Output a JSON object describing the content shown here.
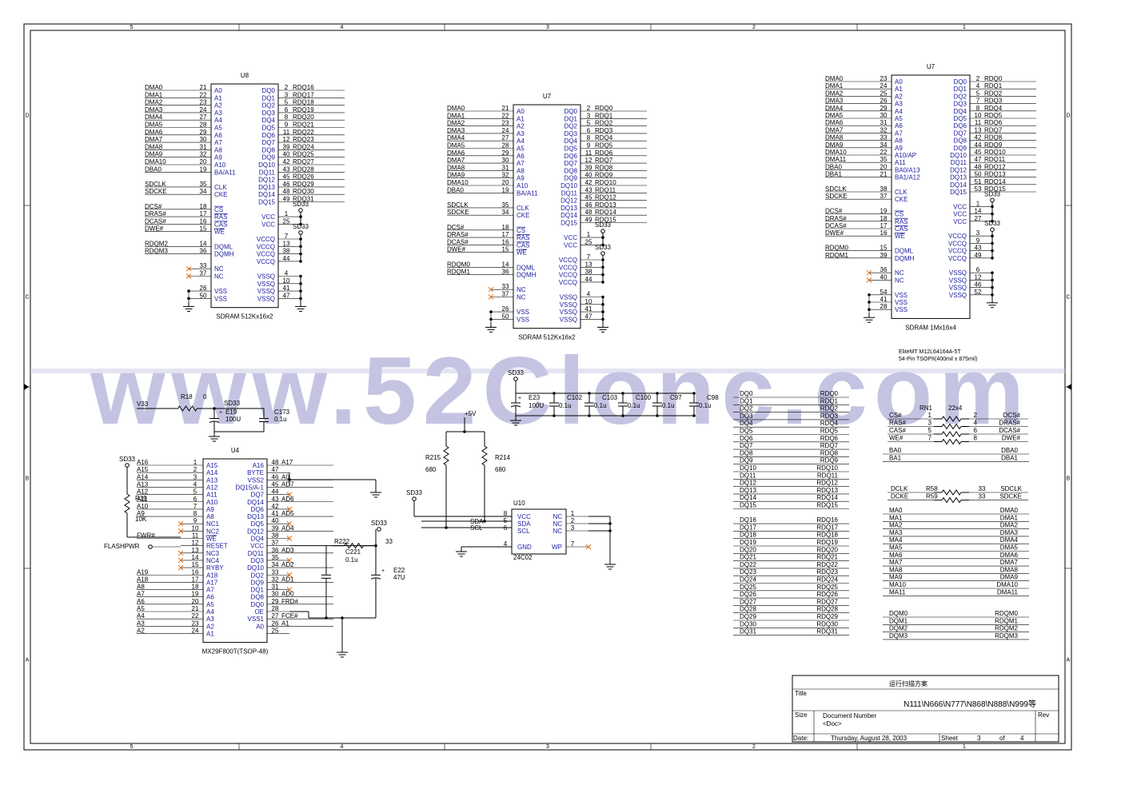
{
  "frame": {
    "cols": [
      "5",
      "4",
      "3",
      "2",
      "1"
    ],
    "rows": [
      "D",
      "C",
      "B",
      "A"
    ]
  },
  "watermark": "www.52Clonc.com",
  "u8": {
    "ref": "U8",
    "caption": "SDRAM 512Kx16x2",
    "left": [
      [
        "DMA0",
        "21",
        "A0"
      ],
      [
        "DMA1",
        "22",
        "A1"
      ],
      [
        "DMA2",
        "23",
        "A2"
      ],
      [
        "DMA3",
        "24",
        "A3"
      ],
      [
        "DMA4",
        "27",
        "A4"
      ],
      [
        "DMA5",
        "28",
        "A5"
      ],
      [
        "DMA6",
        "29",
        "A6"
      ],
      [
        "DMA7",
        "30",
        "A7"
      ],
      [
        "DMA8",
        "31",
        "A8"
      ],
      [
        "DMA9",
        "32",
        "A9"
      ],
      [
        "DMA10",
        "20",
        "A10"
      ],
      [
        "DBA0",
        "19",
        "BA/A11"
      ],
      [
        "",
        "",
        " "
      ],
      [
        "SDCLK",
        "35",
        "CLK"
      ],
      [
        "SDCKE",
        "34",
        "CKE"
      ],
      [
        "",
        "",
        " "
      ],
      [
        "DCS#",
        "18",
        "CS"
      ],
      [
        "DRAS#",
        "17",
        "RAS"
      ],
      [
        "DCAS#",
        "16",
        "CAS"
      ],
      [
        "DWE#",
        "15",
        "WE"
      ],
      [
        "",
        "",
        " "
      ],
      [
        "RDQM2",
        "14",
        "DQML"
      ],
      [
        "RDQM3",
        "36",
        "DQMH"
      ],
      [
        "",
        "",
        " "
      ],
      [
        "x",
        "33",
        "NC"
      ],
      [
        "x",
        "37",
        "NC"
      ],
      [
        "",
        "",
        " "
      ],
      [
        "gnd",
        "26",
        "VSS"
      ],
      [
        "gnd",
        "50",
        "VSS"
      ]
    ],
    "right": [
      [
        "DQ0",
        "2",
        "RDQ16"
      ],
      [
        "DQ1",
        "3",
        "RDQ17"
      ],
      [
        "DQ2",
        "5",
        "RDQ18"
      ],
      [
        "DQ3",
        "6",
        "RDQ19"
      ],
      [
        "DQ4",
        "8",
        "RDQ20"
      ],
      [
        "DQ5",
        "9",
        "RDQ21"
      ],
      [
        "DQ6",
        "11",
        "RDQ22"
      ],
      [
        "DQ7",
        "12",
        "RDQ23"
      ],
      [
        "DQ8",
        "39",
        "RDQ24"
      ],
      [
        "DQ9",
        "40",
        "RDQ25"
      ],
      [
        "DQ10",
        "42",
        "RDQ27"
      ],
      [
        "DQ11",
        "43",
        "RDQ28"
      ],
      [
        "DQ12",
        "45",
        "RDQ26"
      ],
      [
        "DQ13",
        "46",
        "RDQ29"
      ],
      [
        "DQ14",
        "48",
        "RDQ30"
      ],
      [
        "DQ15",
        "49",
        "RDQ31"
      ],
      [
        "",
        "",
        " "
      ],
      [
        "VCC",
        "1",
        ""
      ],
      [
        "VCC",
        "25",
        ""
      ],
      [
        "",
        "",
        " "
      ],
      [
        "VCCQ",
        "7",
        ""
      ],
      [
        "VCCQ",
        "13",
        ""
      ],
      [
        "VCCQ",
        "38",
        ""
      ],
      [
        "VCCQ",
        "44",
        ""
      ],
      [
        "",
        "",
        " "
      ],
      [
        "VSSQ",
        "4",
        ""
      ],
      [
        "VSSQ",
        "10",
        ""
      ],
      [
        "VSSQ",
        "41",
        ""
      ],
      [
        "VSSQ",
        "47",
        ""
      ]
    ]
  },
  "u7a": {
    "ref": "U7",
    "caption": "SDRAM 512Kx16x2",
    "left": [
      [
        "DMA0",
        "21",
        "A0"
      ],
      [
        "DMA1",
        "22",
        "A1"
      ],
      [
        "DMA2",
        "23",
        "A2"
      ],
      [
        "DMA3",
        "24",
        "A3"
      ],
      [
        "DMA4",
        "27",
        "A4"
      ],
      [
        "DMA5",
        "28",
        "A5"
      ],
      [
        "DMA6",
        "29",
        "A6"
      ],
      [
        "DMA7",
        "30",
        "A7"
      ],
      [
        "DMA8",
        "31",
        "A8"
      ],
      [
        "DMA9",
        "32",
        "A9"
      ],
      [
        "DMA10",
        "20",
        "A10"
      ],
      [
        "DBA0",
        "19",
        "BA/A11"
      ],
      [
        "",
        "",
        " "
      ],
      [
        "SDCLK",
        "35",
        "CLK"
      ],
      [
        "SDCKE",
        "34",
        "CKE"
      ],
      [
        "",
        "",
        " "
      ],
      [
        "DCS#",
        "18",
        "CS"
      ],
      [
        "DRAS#",
        "17",
        "RAS"
      ],
      [
        "DCAS#",
        "16",
        "CAS"
      ],
      [
        "DWE#",
        "15",
        "WE"
      ],
      [
        "",
        "",
        " "
      ],
      [
        "RDQM0",
        "14",
        "DQML"
      ],
      [
        "RDQM1",
        "36",
        "DQMH"
      ],
      [
        "",
        "",
        " "
      ],
      [
        "x",
        "33",
        "NC"
      ],
      [
        "x",
        "37",
        "NC"
      ],
      [
        "",
        "",
        " "
      ],
      [
        "gnd",
        "26",
        "VSS"
      ],
      [
        "gnd",
        "50",
        "VSS"
      ]
    ],
    "right": [
      [
        "DQ0",
        "2",
        "RDQ0"
      ],
      [
        "DQ1",
        "3",
        "RDQ1"
      ],
      [
        "DQ2",
        "5",
        "RDQ2"
      ],
      [
        "DQ3",
        "6",
        "RDQ3"
      ],
      [
        "DQ4",
        "8",
        "RDQ4"
      ],
      [
        "DQ5",
        "9",
        "RDQ5"
      ],
      [
        "DQ6",
        "11",
        "RDQ6"
      ],
      [
        "DQ7",
        "12",
        "RDQ7"
      ],
      [
        "DQ8",
        "39",
        "RDQ8"
      ],
      [
        "DQ9",
        "40",
        "RDQ9"
      ],
      [
        "DQ10",
        "42",
        "RDQ10"
      ],
      [
        "DQ11",
        "43",
        "RDQ11"
      ],
      [
        "DQ12",
        "45",
        "RDQ12"
      ],
      [
        "DQ13",
        "46",
        "RDQ13"
      ],
      [
        "DQ14",
        "48",
        "RDQ14"
      ],
      [
        "DQ15",
        "49",
        "RDQ15"
      ],
      [
        "",
        "",
        " "
      ],
      [
        "VCC",
        "1",
        ""
      ],
      [
        "VCC",
        "25",
        ""
      ],
      [
        "",
        "",
        " "
      ],
      [
        "VCCQ",
        "7",
        ""
      ],
      [
        "VCCQ",
        "13",
        ""
      ],
      [
        "VCCQ",
        "38",
        ""
      ],
      [
        "VCCQ",
        "44",
        ""
      ],
      [
        "",
        "",
        " "
      ],
      [
        "VSSQ",
        "4",
        ""
      ],
      [
        "VSSQ",
        "10",
        ""
      ],
      [
        "VSSQ",
        "41",
        ""
      ],
      [
        "VSSQ",
        "47",
        ""
      ]
    ]
  },
  "u7b": {
    "ref": "U7",
    "caption": "SDRAM 1Mx16x4",
    "note1": "EliteMT M12L64164A-5T",
    "note2": "54-Pin TSOPII(400mil x 875mil)",
    "left": [
      [
        "DMA0",
        "23",
        "A0"
      ],
      [
        "DMA1",
        "24",
        "A1"
      ],
      [
        "DMA2",
        "25",
        "A2"
      ],
      [
        "DMA3",
        "26",
        "A3"
      ],
      [
        "DMA4",
        "29",
        "A4"
      ],
      [
        "DMA5",
        "30",
        "A5"
      ],
      [
        "DMA6",
        "31",
        "A6"
      ],
      [
        "DMA7",
        "32",
        "A7"
      ],
      [
        "DMA8",
        "33",
        "A8"
      ],
      [
        "DMA9",
        "34",
        "A9"
      ],
      [
        "DMA10",
        "22",
        "A10/AP"
      ],
      [
        "DMA11",
        "35",
        "A11"
      ],
      [
        "DBA0",
        "20",
        "BA0/A13"
      ],
      [
        "DBA1",
        "21",
        "BA1/A12"
      ],
      [
        "",
        "",
        " "
      ],
      [
        "SDCLK",
        "38",
        "CLK"
      ],
      [
        "SDCKE",
        "37",
        "CKE"
      ],
      [
        "",
        "",
        " "
      ],
      [
        "DCS#",
        "19",
        "CS"
      ],
      [
        "DRAS#",
        "18",
        "RAS"
      ],
      [
        "DCAS#",
        "17",
        "CAS"
      ],
      [
        "DWE#",
        "16",
        "WE"
      ],
      [
        "",
        "",
        " "
      ],
      [
        "RDQM0",
        "15",
        "DQML"
      ],
      [
        "RDQM1",
        "39",
        "DQMH"
      ],
      [
        "",
        "",
        " "
      ],
      [
        "x",
        "36",
        "NC"
      ],
      [
        "x",
        "40",
        "NC"
      ],
      [
        "",
        "",
        " "
      ],
      [
        "gnd",
        "54",
        "VSS"
      ],
      [
        "gnd",
        "41",
        "VSS"
      ],
      [
        "gnd",
        "28",
        "VSS"
      ]
    ],
    "right": [
      [
        "DQ0",
        "2",
        "RDQ0"
      ],
      [
        "DQ1",
        "4",
        "RDQ1"
      ],
      [
        "DQ2",
        "5",
        "RDQ2"
      ],
      [
        "DQ3",
        "7",
        "RDQ3"
      ],
      [
        "DQ4",
        "8",
        "RDQ4"
      ],
      [
        "DQ5",
        "10",
        "RDQ5"
      ],
      [
        "DQ6",
        "11",
        "RDQ6"
      ],
      [
        "DQ7",
        "13",
        "RDQ7"
      ],
      [
        "DQ8",
        "42",
        "RDQ8"
      ],
      [
        "DQ9",
        "44",
        "RDQ9"
      ],
      [
        "DQ10",
        "45",
        "RDQ10"
      ],
      [
        "DQ11",
        "47",
        "RDQ11"
      ],
      [
        "DQ12",
        "48",
        "RDQ12"
      ],
      [
        "DQ13",
        "50",
        "RDQ13"
      ],
      [
        "DQ14",
        "51",
        "RDQ14"
      ],
      [
        "DQ15",
        "53",
        "RDQ15"
      ],
      [
        "",
        "",
        " "
      ],
      [
        "VCC",
        "1",
        ""
      ],
      [
        "VCC",
        "14",
        ""
      ],
      [
        "VCC",
        "27",
        ""
      ],
      [
        "",
        "",
        " "
      ],
      [
        "VCCQ",
        "3",
        ""
      ],
      [
        "VCCQ",
        "9",
        ""
      ],
      [
        "VCCQ",
        "43",
        ""
      ],
      [
        "VCCQ",
        "49",
        ""
      ],
      [
        "",
        "",
        " "
      ],
      [
        "VSSQ",
        "6",
        ""
      ],
      [
        "VSSQ",
        "12",
        ""
      ],
      [
        "VSSQ",
        "46",
        ""
      ],
      [
        "VSSQ",
        "52",
        ""
      ]
    ]
  },
  "u4": {
    "ref": "U4",
    "caption": "MX29F800T(TSOP-48)",
    "left": [
      [
        "A16",
        "1",
        "A15"
      ],
      [
        "A15",
        "2",
        "A14"
      ],
      [
        "A14",
        "3",
        "A13"
      ],
      [
        "A13",
        "4",
        "A12"
      ],
      [
        "A12",
        "5",
        "A11"
      ],
      [
        "A11",
        "6",
        "A10"
      ],
      [
        "A10",
        "7",
        "A9"
      ],
      [
        "A9",
        "8",
        "A8"
      ],
      [
        "x",
        "9",
        "NC1"
      ],
      [
        "x",
        "10",
        "NC2"
      ],
      [
        "FWR#",
        "11",
        "WE"
      ],
      [
        "",
        "12",
        "RESET"
      ],
      [
        "x",
        "13",
        "NC3"
      ],
      [
        "x",
        "14",
        "NC4"
      ],
      [
        "x",
        "15",
        "RYBY"
      ],
      [
        "A19",
        "16",
        "A18"
      ],
      [
        "A18",
        "17",
        "A17"
      ],
      [
        "A8",
        "18",
        "A7"
      ],
      [
        "A7",
        "19",
        "A6"
      ],
      [
        "A6",
        "20",
        "A5"
      ],
      [
        "A5",
        "21",
        "A4"
      ],
      [
        "A4",
        "22",
        "A3"
      ],
      [
        "A3",
        "23",
        "A2"
      ],
      [
        "A2",
        "24",
        "A1"
      ]
    ],
    "right": [
      [
        "A16",
        "48",
        "A17"
      ],
      [
        "BYTE",
        "47",
        ""
      ],
      [
        "VSS2",
        "46",
        "A0"
      ],
      [
        "DQ15/A-1",
        "45",
        "AD7"
      ],
      [
        "DQ7",
        "44",
        "x"
      ],
      [
        "DQ14",
        "43",
        "AD6"
      ],
      [
        "DQ6",
        "42",
        "x"
      ],
      [
        "DQ13",
        "41",
        "AD5"
      ],
      [
        "DQ5",
        "40",
        "x"
      ],
      [
        "DQ12",
        "39",
        "AD4"
      ],
      [
        "DQ4",
        "38",
        "x"
      ],
      [
        "VCC",
        "37",
        ""
      ],
      [
        "DQ11",
        "36",
        "AD3"
      ],
      [
        "DQ3",
        "35",
        "x"
      ],
      [
        "DQ10",
        "34",
        "AD2"
      ],
      [
        "DQ2",
        "33",
        "x"
      ],
      [
        "DQ9",
        "32",
        "AD1"
      ],
      [
        "DQ1",
        "31",
        "x"
      ],
      [
        "DQ8",
        "30",
        "AD0"
      ],
      [
        "DQ0",
        "29",
        "FRD#"
      ],
      [
        "OE",
        "28",
        ""
      ],
      [
        "VSS1",
        "27",
        "FCE#"
      ],
      [
        "A0",
        "26",
        "A1"
      ],
      [
        "",
        "25",
        ""
      ]
    ]
  },
  "power": {
    "v33": "V33",
    "r18": "R18",
    "r18v": "0",
    "sd33": "SD33",
    "e19": "E19",
    "e19v": "100U",
    "c173": "C173",
    "c173v": "0.1u"
  },
  "caps": {
    "sd33": "SD33",
    "e23": "E23",
    "e23v": "100U",
    "c102": "C102",
    "c103": "C103",
    "c100": "C100",
    "c97": "C97",
    "c98": "C98",
    "cv": "0.1u"
  },
  "i2c": {
    "v5": "+5V",
    "r215": "R215",
    "r214": "R214",
    "rv": "680",
    "sd33": "SD33",
    "u10": "U10",
    "u10cap": "24C02",
    "lpins": [
      [
        "VCC",
        "8"
      ],
      [
        "SDA",
        "5"
      ],
      [
        "SCL",
        "6"
      ],
      [
        "",
        ""
      ],
      [
        "GND",
        "4"
      ]
    ],
    "rpins": [
      [
        "NC",
        "1"
      ],
      [
        "NC",
        "2"
      ],
      [
        "NC",
        "3"
      ],
      [
        "",
        ""
      ],
      [
        "WP",
        "7"
      ]
    ],
    "sda": "SDA",
    "scl": "SCL"
  },
  "flash": {
    "sd33": "SD33",
    "r19": "R19",
    "r19v": "10K",
    "fwr": "FWR#",
    "flashpwr": "FLASHPWR",
    "r222": "R222",
    "r222v": "33",
    "sd33b": "SD33",
    "c221": "C221",
    "c221v": "0.1u",
    "e22": "E22",
    "e22v": "47U"
  },
  "dq": [
    [
      "DQ0",
      "RDQ0"
    ],
    [
      "DQ1",
      "RDQ1"
    ],
    [
      "DQ2",
      "RDQ2"
    ],
    [
      "DQ3",
      "RDQ3"
    ],
    [
      "DQ4",
      "RDQ4"
    ],
    [
      "DQ5",
      "RDQ5"
    ],
    [
      "DQ6",
      "RDQ6"
    ],
    [
      "DQ7",
      "RDQ7"
    ],
    [
      "DQ8",
      "RDQ8"
    ],
    [
      "DQ9",
      "RDQ9"
    ],
    [
      "DQ10",
      "RDQ10"
    ],
    [
      "DQ11",
      "RDQ11"
    ],
    [
      "DQ12",
      "RDQ12"
    ],
    [
      "DQ13",
      "RDQ13"
    ],
    [
      "DQ14",
      "RDQ14"
    ],
    [
      "DQ15",
      "RDQ15"
    ],
    [
      "",
      ""
    ],
    [
      "DQ16",
      "RDQ16"
    ],
    [
      "DQ17",
      "RDQ17"
    ],
    [
      "DQ18",
      "RDQ18"
    ],
    [
      "DQ19",
      "RDQ19"
    ],
    [
      "DQ20",
      "RDQ20"
    ],
    [
      "DQ21",
      "RDQ21"
    ],
    [
      "DQ22",
      "RDQ22"
    ],
    [
      "DQ23",
      "RDQ23"
    ],
    [
      "DQ24",
      "RDQ24"
    ],
    [
      "DQ25",
      "RDQ25"
    ],
    [
      "DQ26",
      "RDQ26"
    ],
    [
      "DQ27",
      "RDQ27"
    ],
    [
      "DQ28",
      "RDQ28"
    ],
    [
      "DQ29",
      "RDQ29"
    ],
    [
      "DQ30",
      "RDQ30"
    ],
    [
      "DQ31",
      "RDQ31"
    ]
  ],
  "rn1": {
    "ref": "RN1",
    "val": "22x4",
    "rows": [
      [
        "CS#",
        "1",
        "2",
        "DCS#"
      ],
      [
        "RAS#",
        "3",
        "4",
        "DRAS#"
      ],
      [
        "CAS#",
        "5",
        "6",
        "DCAS#"
      ],
      [
        "WE#",
        "7",
        "8",
        "DWE#"
      ]
    ]
  },
  "ba": [
    [
      "BA0",
      "DBA0"
    ],
    [
      "BA1",
      "DBA1"
    ]
  ],
  "clk": [
    [
      "DCLK",
      "R58",
      "33",
      "SDCLK"
    ],
    [
      "DCKE",
      "R59",
      "33",
      "SDCKE"
    ]
  ],
  "ma": [
    [
      "MA0",
      "DMA0"
    ],
    [
      "MA1",
      "DMA1"
    ],
    [
      "MA2",
      "DMA2"
    ],
    [
      "MA3",
      "DMA3"
    ],
    [
      "MA4",
      "DMA4"
    ],
    [
      "MA5",
      "DMA5"
    ],
    [
      "MA6",
      "DMA6"
    ],
    [
      "MA7",
      "DMA7"
    ],
    [
      "MA8",
      "DMA8"
    ],
    [
      "MA9",
      "DMA9"
    ],
    [
      "MA10",
      "DMA10"
    ],
    [
      "MA11",
      "DMA11"
    ]
  ],
  "dqm": [
    [
      "DQM0",
      "RDQM0"
    ],
    [
      "DQM1",
      "RDQM1"
    ],
    [
      "DQM2",
      "RDQM2"
    ],
    [
      "DQM3",
      "RDQM3"
    ]
  ],
  "titleblock": {
    "company": "运行扫描方案",
    "title_label": "Title",
    "title": "N111\\N666\\N777\\N868\\N888\\N999等",
    "size_label": "Size",
    "docnum_label": "Document Number",
    "doc": "<Doc>",
    "rev_label": "Rev",
    "date_label": "Date:",
    "date": "Thursday, August 28, 2003",
    "sheet_label": "Sheet",
    "sheet": "3",
    "of_label": "of",
    "of": "4"
  }
}
